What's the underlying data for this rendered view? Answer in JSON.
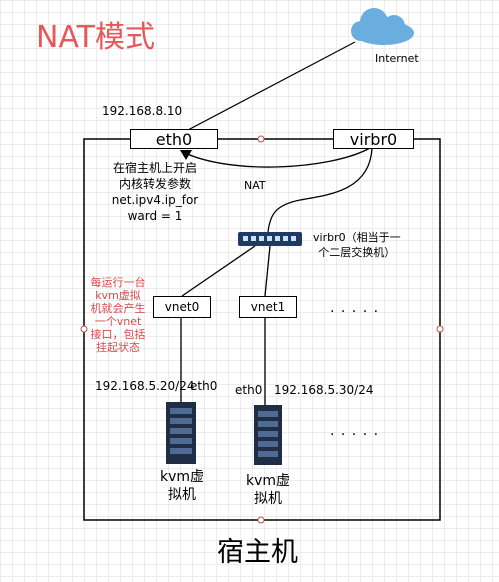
{
  "title": "NAT模式",
  "internet_label": "Internet",
  "ip_host": "192.168.8.10",
  "eth0_label": "eth0",
  "virbr0_label": "virbr0",
  "nat_label": "NAT",
  "host_note_lines": [
    "在宿主机上开启",
    "内核转发参数",
    "net.ipv4.ip_for",
    "ward = 1"
  ],
  "switch_note_lines": [
    "virbr0（相当于一",
    "个二层交换机）"
  ],
  "vnet_note_lines": [
    "每运行一台",
    "kvm虚拟",
    "机就会产生",
    "一个vnet",
    "接口，包括",
    "挂起状态"
  ],
  "vnet0_label": "vnet0",
  "vnet1_label": "vnet1",
  "dots": "· · · · ·",
  "vm1_ip": "192.168.5.20/24",
  "vm1_iface": "eth0",
  "vm2_iface": "eth0",
  "vm2_ip": "192.168.5.30/24",
  "vm_name_lines": [
    "kvm虚",
    "拟机"
  ],
  "host_label": "宿主机",
  "colors": {
    "title": "#e8585a",
    "note_red": "#d9494b",
    "cloud": "#6aaee0",
    "switch": "#1f3a66"
  }
}
